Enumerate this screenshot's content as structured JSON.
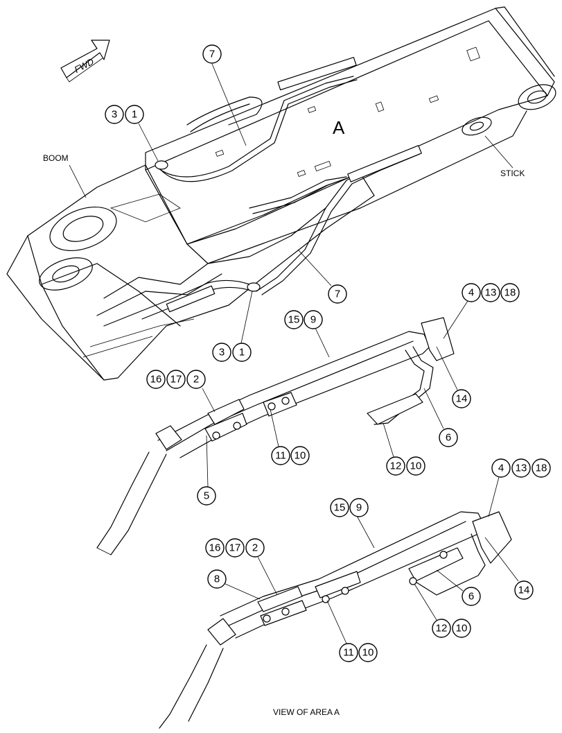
{
  "labels": {
    "fwd": "FWD",
    "boom": "BOOM",
    "stick": "STICK",
    "area": "A",
    "view_caption": "VIEW OF AREA A"
  },
  "callouts": {
    "top_7": "7",
    "top_31_a": "3",
    "top_31_b": "1",
    "mid_7": "7",
    "mid_31_a": "3",
    "mid_31_b": "1",
    "v1_15": "15",
    "v1_9": "9",
    "v1_4": "4",
    "v1_13": "13",
    "v1_18": "18",
    "v1_16": "16",
    "v1_17": "17",
    "v1_2": "2",
    "v1_14": "14",
    "v1_6": "6",
    "v1_11": "11",
    "v1_10a": "10",
    "v1_12": "12",
    "v1_10b": "10",
    "v1_5": "5",
    "v2_4": "4",
    "v2_13": "13",
    "v2_18": "18",
    "v2_15": "15",
    "v2_9": "9",
    "v2_16": "16",
    "v2_17": "17",
    "v2_2": "2",
    "v2_8": "8",
    "v2_6": "6",
    "v2_14": "14",
    "v2_12": "12",
    "v2_10a": "10",
    "v2_11": "11",
    "v2_10b": "10"
  }
}
